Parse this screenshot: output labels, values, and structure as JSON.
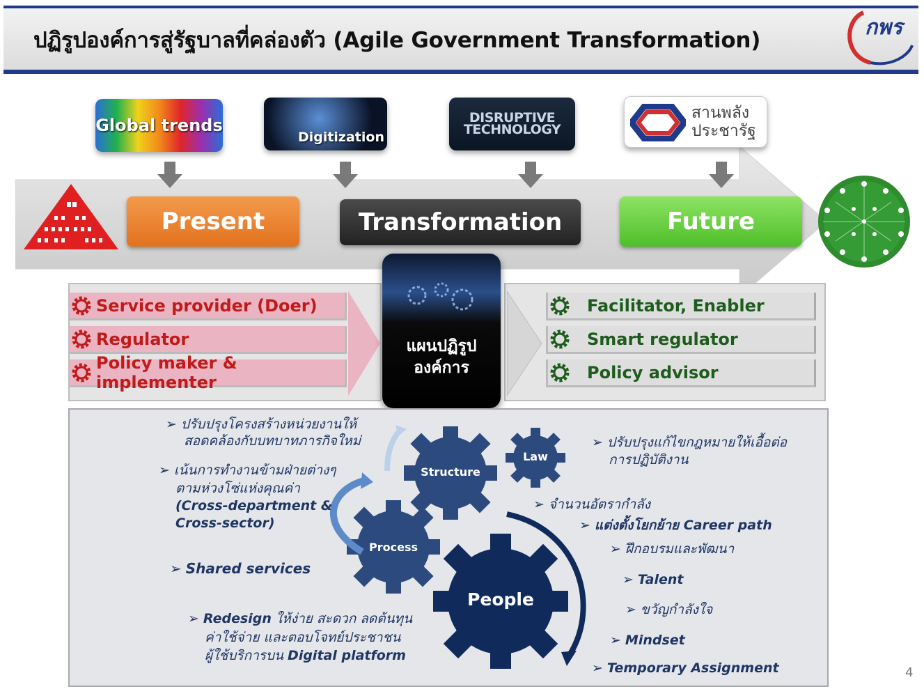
{
  "header": {
    "title": "ปฏิรูปองค์การสู่รัฐบาลที่คล่องตัว (Agile Government Transformation)",
    "logo_text": "กพร"
  },
  "top_boxes": {
    "global_trends": "Global trends",
    "digitization": "Digitization",
    "disruptive_technology": "DISRUPTIVE TECHNOLOGY",
    "pracharat": "สานพลัง ประชารัฐ"
  },
  "stages": {
    "present": "Present",
    "transformation": "Transformation",
    "future": "Future"
  },
  "present_roles": [
    "Service provider (Doer)",
    "Regulator",
    "Policy maker & implementer"
  ],
  "future_roles": [
    "Facilitator, Enabler",
    "Smart regulator",
    "Policy advisor"
  ],
  "center_plan": {
    "line1": "แผนปฏิรูป",
    "line2": "องค์การ"
  },
  "gears": {
    "structure": "Structure",
    "law": "Law",
    "process": "Process",
    "people": "People"
  },
  "structure_note": {
    "line1": "ปรับปรุงโครงสร้างหน่วยงานให้",
    "line2": "สอดคล้องกับบทบาทภารกิจใหม่"
  },
  "process_notes": {
    "line1": "เน้นการทำงานข้ามฝ่ายต่างๆ",
    "line2": "ตามห่วงโซ่แห่งคุณค่า",
    "line3": "(Cross-department &",
    "line4": "Cross-sector)",
    "shared": "Shared services",
    "redesign_bold": "Redesign",
    "redesign_rest": " ให้ง่าย สะดวก ลดต้นทุน",
    "redesign_line2": "ค่าใช้จ่าย และตอบโจทย์ประชาชน",
    "redesign_line3_pre": "ผู้ใช้บริการบน ",
    "redesign_line3_bold": "Digital platform"
  },
  "law_note": {
    "line1": "ปรับปรุงแก้ไขกฎหมายให้เอื้อต่อ",
    "line2": "การปฏิบัติงาน"
  },
  "people_notes": [
    "จำนวนอัตรากำลัง",
    "แต่งตั้งโยกย้าย Career path",
    "ฝึกอบรมและพัฒนา",
    "Talent",
    "ขวัญกำลังใจ",
    "Mindset",
    "Temporary Assignment"
  ],
  "page_number": "4",
  "colors": {
    "header_border": "#1f3a8a",
    "present": "#e2721e",
    "future": "#4fbf2a",
    "gear": "#1f3a6b",
    "red_role": "#c01a1a",
    "green_role": "#1d5c1d"
  }
}
